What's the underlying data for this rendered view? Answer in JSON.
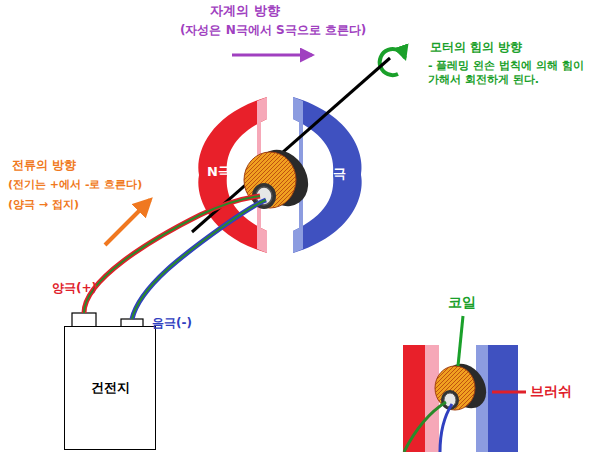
{
  "diagram": {
    "nodes": [
      {
        "text": [
          "N극"
        ]
      },
      {
        "text": [
          "S극"
        ]
      },
      {
        "text": [
          "건전지"
        ]
      }
    ],
    "labels": [
      "자계의 방향",
      "(자성은 N극에서 S극으로 흐른다)",
      "모터의 힘의 방향",
      "- 플레밍 왼손 법칙에 의해 힘이 가해서 회전하게 된다.",
      "전류의 방향",
      "(전기는 +에서 -로 흐른다)",
      "(양극 → 접지)",
      "양극(+)",
      "음극(-)",
      "코일",
      "브러쉬"
    ]
  }
}
